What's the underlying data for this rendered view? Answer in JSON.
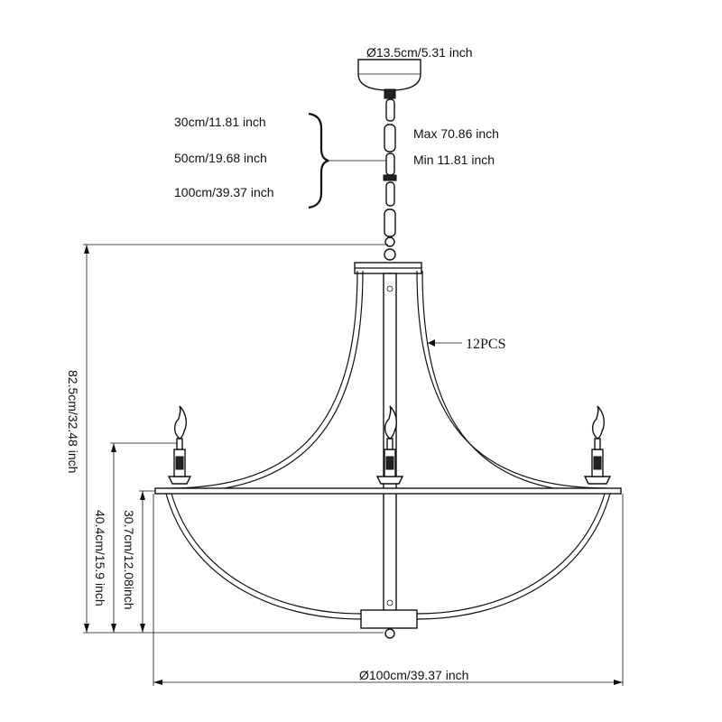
{
  "dimensions": {
    "canopy_diameter": "Ø13.5cm/5.31 inch",
    "chain_option_1": "30cm/11.81 inch",
    "chain_option_2": "50cm/19.68 inch",
    "chain_option_3": "100cm/39.37 inch",
    "max_length": "Max 70.86 inch",
    "min_length": "Min 11.81 inch",
    "total_height": "82.5cm/32.48 inch",
    "candle_height": "40.4cm/15.9 inch",
    "body_height": "30.7cm/12.08inch",
    "overall_diameter": "Ø100cm/39.37 inch",
    "arm_count": "12PCS"
  }
}
